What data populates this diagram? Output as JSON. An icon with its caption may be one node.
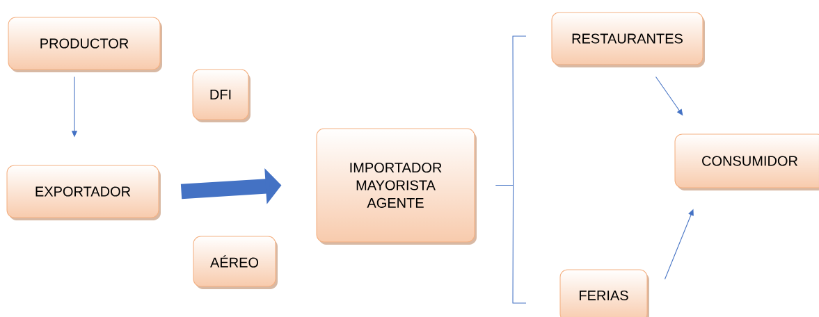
{
  "diagram": {
    "nodes": [
      {
        "text": [
          "PRODUCTOR"
        ]
      },
      {
        "text": [
          "DFI"
        ]
      },
      {
        "text": [
          "EXPORTADOR"
        ]
      },
      {
        "text": [
          "IMPORTADOR MAYORISTA AGENTE"
        ]
      },
      {
        "text": [
          "AÉREO"
        ]
      },
      {
        "text": [
          "RESTAURANTES"
        ]
      },
      {
        "text": [
          "CONSUMIDOR"
        ]
      },
      {
        "text": [
          "FERIAS"
        ]
      }
    ],
    "edges": [
      {
        "from": 0,
        "to": 2,
        "arrow": "to"
      },
      {
        "from": 2,
        "to": 3,
        "arrow": "to",
        "style": "thick"
      },
      {
        "from": 3,
        "to": 5,
        "arrow": "none"
      },
      {
        "from": 3,
        "to": 7,
        "arrow": "none"
      },
      {
        "from": 5,
        "to": 6,
        "arrow": "to"
      },
      {
        "from": 7,
        "to": 6,
        "arrow": "to"
      }
    ]
  }
}
